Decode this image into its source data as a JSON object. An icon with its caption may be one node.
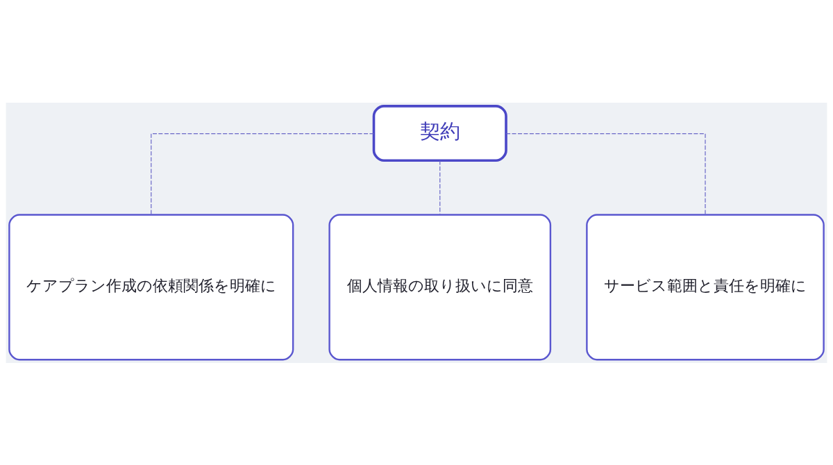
{
  "diagram": {
    "nodes": [
      {
        "text": [
          "契約"
        ]
      },
      {
        "text": [
          "ケアプラン作成の依頼関係を明確に"
        ]
      },
      {
        "text": [
          "個人情報の取り扱いに同意"
        ]
      },
      {
        "text": [
          "サービス範囲と責任を明確に"
        ]
      }
    ],
    "edges": [
      {
        "from": 0,
        "to": 1,
        "arrow": "none",
        "style": "dashed"
      },
      {
        "from": 0,
        "to": 2,
        "arrow": "none",
        "style": "dashed"
      },
      {
        "from": 0,
        "to": 3,
        "arrow": "none",
        "style": "dashed"
      }
    ]
  }
}
